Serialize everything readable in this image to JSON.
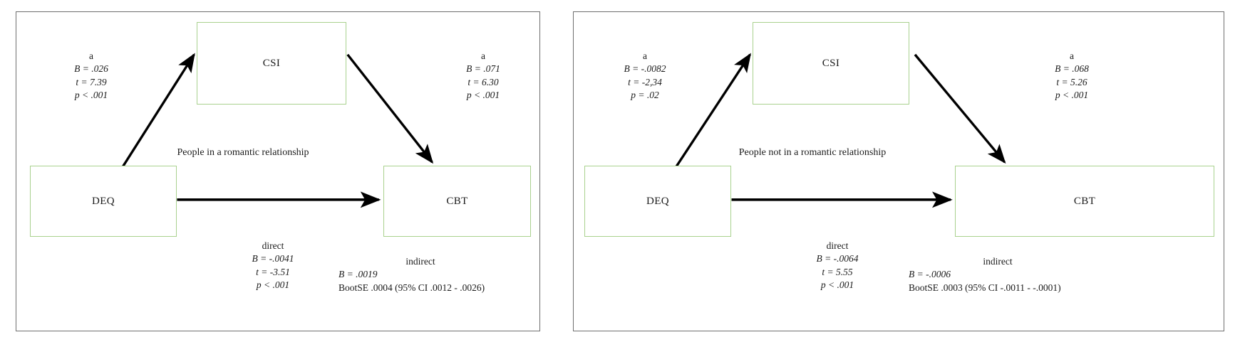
{
  "figure": {
    "type": "mediation-path-diagram",
    "box_border_color": "#a9d18e",
    "panel_border_color": "#6e6e6e",
    "line_color": "#000000"
  },
  "panels": [
    {
      "id": "romantic",
      "group_title": "People in a romantic relationship",
      "nodes": {
        "mediator": "CSI",
        "predictor": "DEQ",
        "outcome": "CBT"
      },
      "path_a_left": {
        "label": "a",
        "B": "B = .026",
        "t": "t = 7.39",
        "p": "p < .001"
      },
      "path_a_right": {
        "label": "a",
        "B": "B = .071",
        "t": "t = 6.30",
        "p": "p < .001"
      },
      "direct": {
        "label": "direct",
        "B": "B = -.0041",
        "t": "t = -3.51",
        "p": "p < .001"
      },
      "indirect": {
        "label": "indirect",
        "B": "B = .0019",
        "bootse": "BootSE .0004 (95% CI .0012 - .0026)"
      }
    },
    {
      "id": "not-romantic",
      "group_title": "People not in a romantic relationship",
      "nodes": {
        "mediator": "CSI",
        "predictor": "DEQ",
        "outcome": "CBT"
      },
      "path_a_left": {
        "label": "a",
        "B": "B = -.0082",
        "t": "t = -2,34",
        "p": "p = .02"
      },
      "path_a_right": {
        "label": "a",
        "B": "B = .068",
        "t": "t = 5.26",
        "p": "p < .001"
      },
      "direct": {
        "label": "direct",
        "B": "B = -.0064",
        "t": "t = 5.55",
        "p": "p < .001"
      },
      "indirect": {
        "label": "indirect",
        "B": "B = -.0006",
        "bootse": "BootSE .0003 (95% CI -.0011 - -.0001)"
      }
    }
  ]
}
